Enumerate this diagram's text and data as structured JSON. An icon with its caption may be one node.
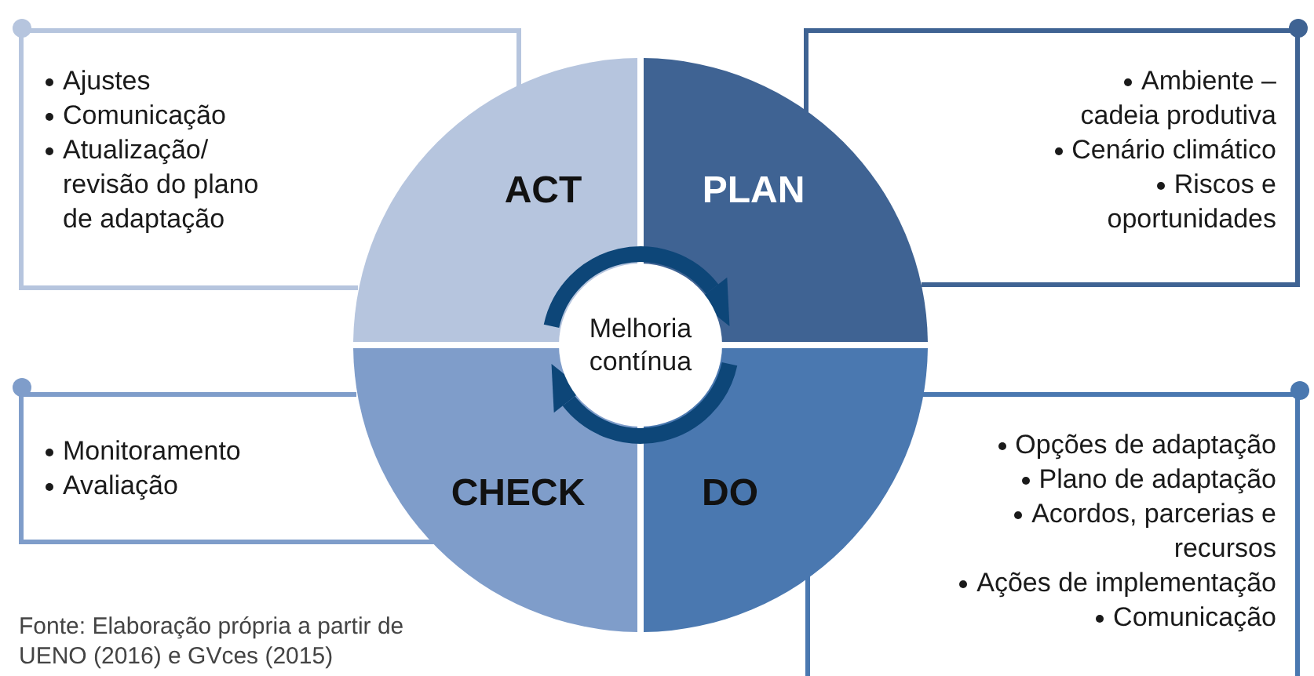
{
  "diagram": {
    "caption": "Fonte: Elaboração própria a partir de UENO (2016) e GVces (2015)",
    "nodes": [
      {
        "text": [
          "Ajustes",
          "Comunicação",
          "Atualização/ revisão do plano de adaptação"
        ]
      },
      {
        "text": [
          "ACT"
        ]
      },
      {
        "text": [
          "PLAN"
        ]
      },
      {
        "text": [
          "Ambiente – cadeia produtiva",
          "Cenário climático",
          "Riscos e oportunidades"
        ]
      },
      {
        "text": [
          "Melhoria contínua"
        ]
      },
      {
        "text": [
          "Monitoramento",
          "Avaliação"
        ]
      },
      {
        "text": [
          "CHECK"
        ]
      },
      {
        "text": [
          "DO"
        ]
      },
      {
        "text": [
          "Opções de adaptação",
          "Plano de adaptação",
          "Acordos, parcerias e recursos",
          "Ações de implementação",
          "Comunicação"
        ]
      }
    ]
  }
}
